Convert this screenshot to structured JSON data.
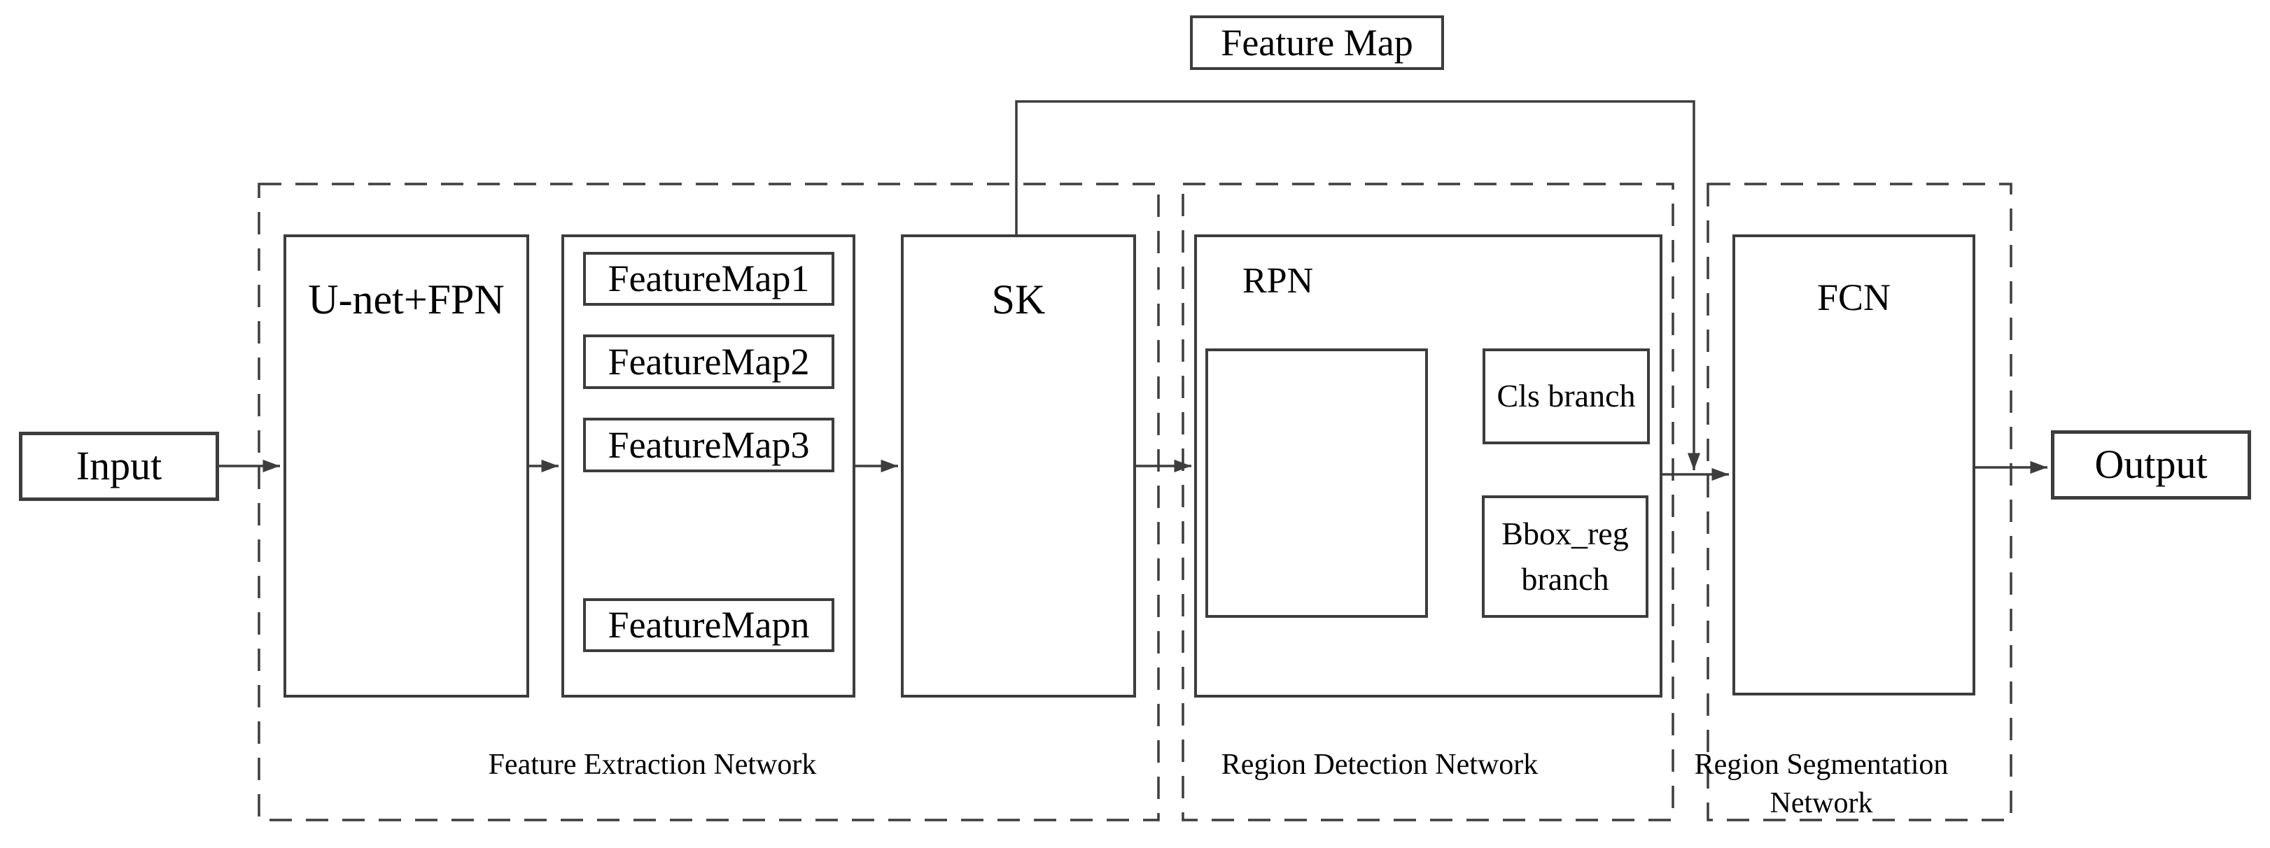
{
  "diagram": {
    "feature_map_label": "Feature Map",
    "input_label": "Input",
    "output_label": "Output",
    "feature_extraction": {
      "caption": "Feature Extraction Network",
      "unet_label": "U-net+FPN",
      "feature_maps": [
        "FeatureMap1",
        "FeatureMap2",
        "FeatureMap3"
      ],
      "feature_map_last": "FeatureMapn",
      "sk_label": "SK"
    },
    "region_detection": {
      "caption": "Region Detection Network",
      "rpn_label": "RPN",
      "cls_label": "Cls branch",
      "bbox_label": "Bbox_reg branch"
    },
    "region_segmentation": {
      "caption": "Region Segmentation Network",
      "fcn_label": "FCN"
    },
    "colors": {
      "stroke": "#3d3d3d",
      "text": "#000000",
      "background": "#ffffff"
    }
  }
}
